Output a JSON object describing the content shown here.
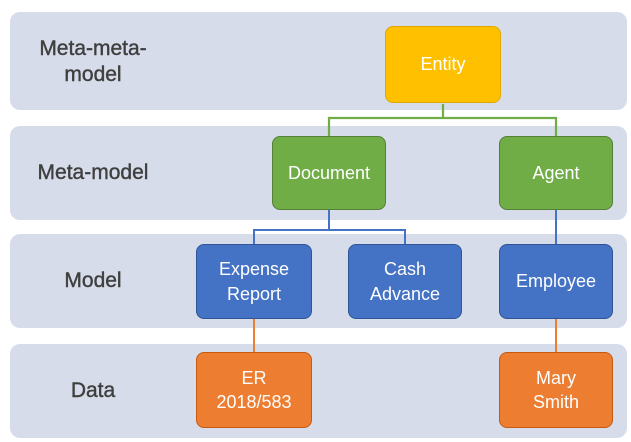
{
  "levels": [
    {
      "label_line1": "Meta-meta-",
      "label_line2": "model"
    },
    {
      "label": "Meta-model"
    },
    {
      "label": "Model"
    },
    {
      "label": "Data"
    }
  ],
  "nodes": {
    "entity": {
      "line1": "Entity",
      "color": "#ffc000",
      "border": "#e0a800"
    },
    "document": {
      "line1": "Document",
      "color": "#70ad47",
      "border": "#538135"
    },
    "agent": {
      "line1": "Agent",
      "color": "#70ad47",
      "border": "#538135"
    },
    "expense_report": {
      "line1": "Expense",
      "line2": "Report",
      "color": "#4472c4",
      "border": "#2f5597"
    },
    "cash_advance": {
      "line1": "Cash",
      "line2": "Advance",
      "color": "#4472c4",
      "border": "#2f5597"
    },
    "employee": {
      "line1": "Employee",
      "color": "#4472c4",
      "border": "#2f5597"
    },
    "er_instance": {
      "line1": "ER",
      "line2": "2018/583",
      "color": "#ed7d31",
      "border": "#c55a11"
    },
    "mary_smith": {
      "line1": "Mary",
      "line2": "Smith",
      "color": "#ed7d31",
      "border": "#c55a11"
    }
  },
  "connector_colors": {
    "meta_meta_to_meta": "#70ad47",
    "meta_to_model": "#4472c4",
    "model_to_data": "#ed7d31"
  }
}
